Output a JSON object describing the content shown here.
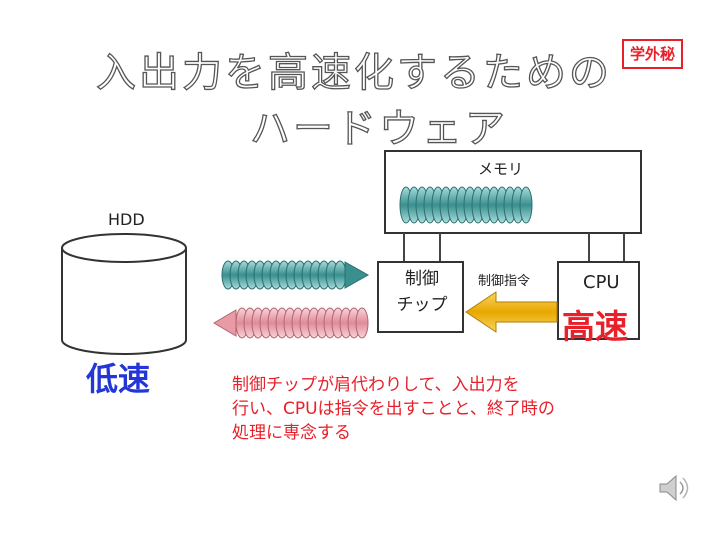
{
  "title": {
    "line1": "入出力を高速化するための",
    "line2": "ハードウェア"
  },
  "badge": "学外秘",
  "labels": {
    "hdd": "HDD",
    "memory": "メモリ",
    "control_chip": [
      "制御",
      "チップ"
    ],
    "control_command": "制御指令",
    "cpu": "CPU",
    "fast": "高速",
    "slow": "低速"
  },
  "note": [
    "制御チップが肩代わりして、入出力を",
    "行い、CPUは指令を出すことと、終了時の",
    "処理に専念する"
  ],
  "colors": {
    "teal_data": "#3a8f8f",
    "pink_data": "#e89aa5",
    "command_arrow": "#f2b714",
    "slow": "#2336d8",
    "fast": "#e8202a"
  },
  "icons": {
    "speaker": "speaker-icon"
  }
}
